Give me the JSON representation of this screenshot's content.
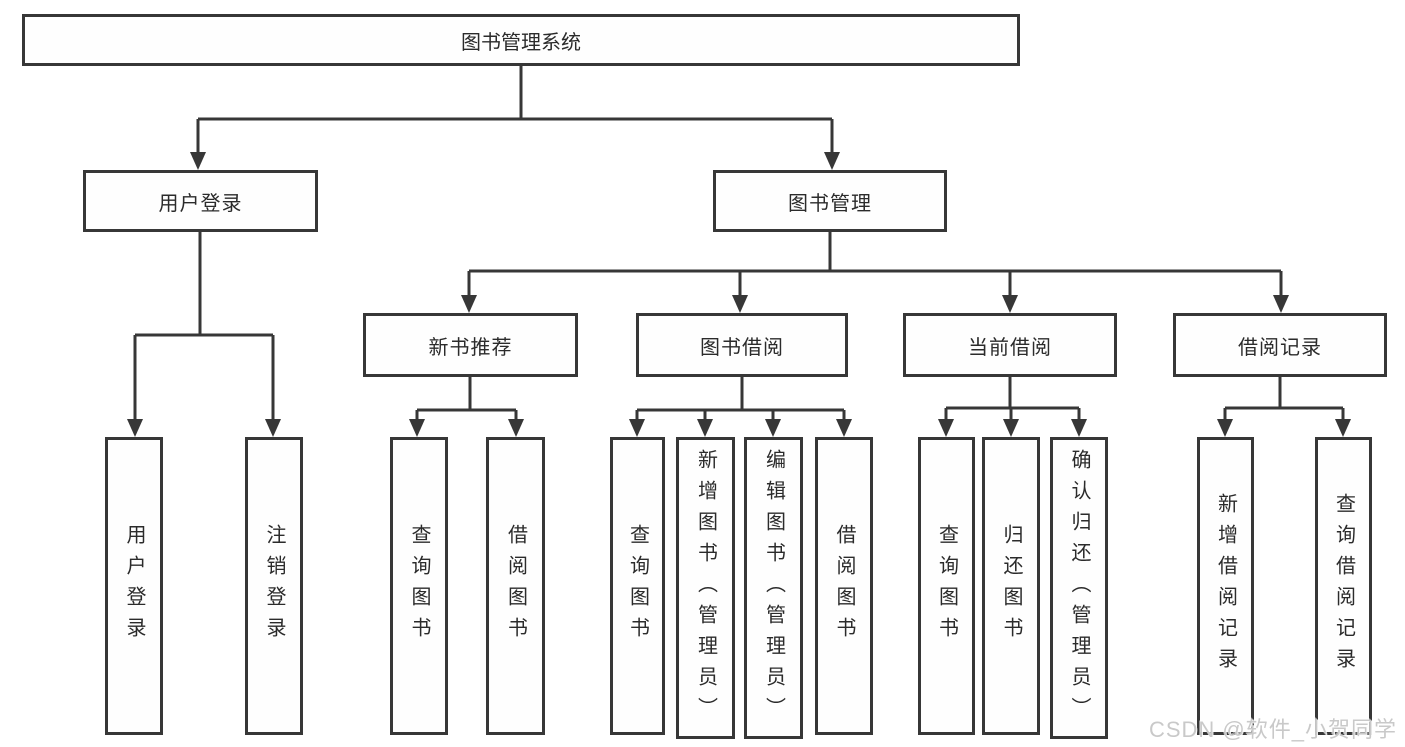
{
  "tree": {
    "root": {
      "label": "图书管理系统"
    },
    "user_login": {
      "label": "用户登录",
      "leaves": [
        "用户登录",
        "注销登录"
      ]
    },
    "book_mgmt": {
      "label": "图书管理",
      "groups": [
        {
          "label": "新书推荐",
          "leaves": [
            "查询图书",
            "借阅图书"
          ]
        },
        {
          "label": "图书借阅",
          "leaves": [
            "查询图书",
            "新增图书（管理员）",
            "编辑图书（管理员）",
            "借阅图书"
          ]
        },
        {
          "label": "当前借阅",
          "leaves": [
            "查询图书",
            "归还图书",
            "确认归还（管理员）"
          ]
        },
        {
          "label": "借阅记录",
          "leaves": [
            "新增借阅记录",
            "查询借阅记录"
          ]
        }
      ]
    }
  },
  "watermark": {
    "text": "CSDN @软件_小贺同学"
  },
  "colors": {
    "background": "#ffffff",
    "line": "#373737",
    "box_border": "#373737",
    "text": "#2b2b2b",
    "watermark": "#c9c9c9"
  }
}
